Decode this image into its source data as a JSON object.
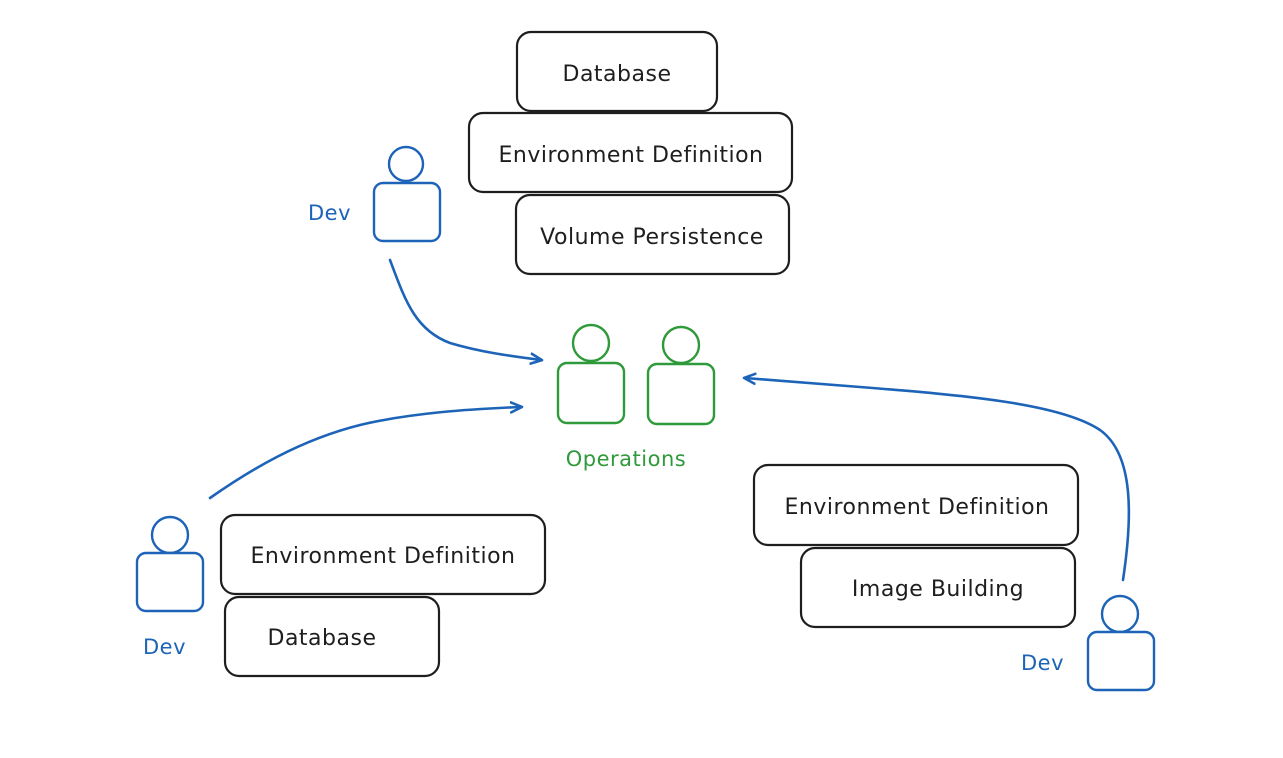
{
  "colors": {
    "dev": "#1d64b8",
    "operations": "#2f9a3a",
    "box_stroke": "#1e1e1e"
  },
  "top_group": {
    "dev_label": "Dev",
    "boxes": [
      "Database",
      "Environment Definition",
      "Volume Persistence"
    ]
  },
  "operations": {
    "label": "Operations"
  },
  "left_group": {
    "dev_label": "Dev",
    "boxes": [
      "Environment Definition",
      "Database"
    ]
  },
  "right_group": {
    "dev_label": "Dev",
    "boxes": [
      "Environment Definition",
      "Image Building"
    ]
  }
}
